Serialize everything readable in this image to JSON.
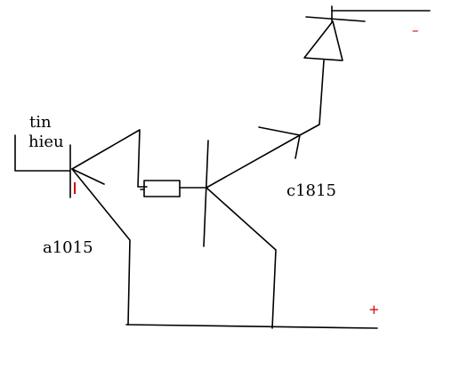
{
  "labels": {
    "input_line1": "tin",
    "input_line2": "hieu",
    "transistor_pnp": "a1015",
    "transistor_npn": "c1815",
    "terminal_negative": "–",
    "terminal_positive": "+"
  },
  "colors": {
    "ink": "#000000",
    "terminal": "#cc0000",
    "background": "#ffffff"
  }
}
